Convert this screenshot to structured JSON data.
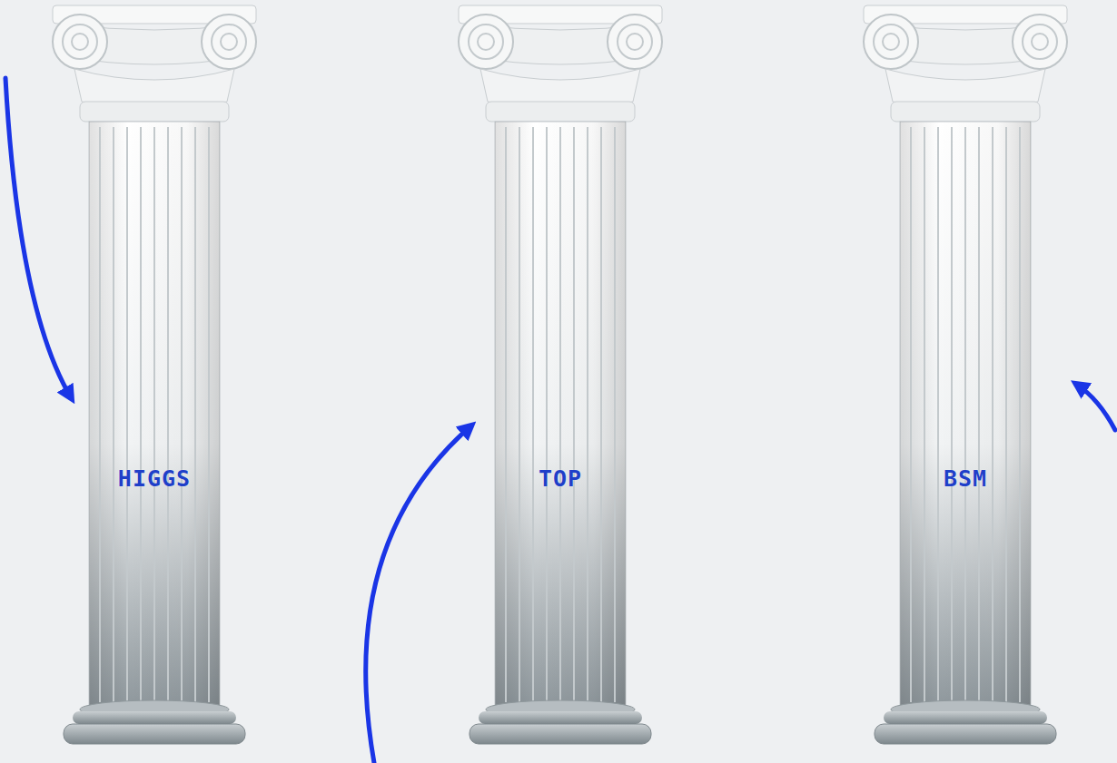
{
  "diagram": {
    "nodes": [
      {
        "text": [
          "HIGGS"
        ]
      },
      {
        "text": [
          "TOP"
        ]
      },
      {
        "text": [
          "BSM"
        ]
      }
    ]
  }
}
